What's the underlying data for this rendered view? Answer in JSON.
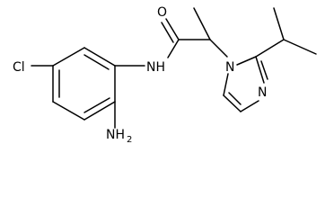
{
  "molecule": {
    "atoms": {
      "o1": "O",
      "nh_amide": "NH",
      "cl": "Cl",
      "nh2_n": "NH",
      "nh2_sub": "2",
      "n1": "N",
      "n3": "N"
    }
  }
}
